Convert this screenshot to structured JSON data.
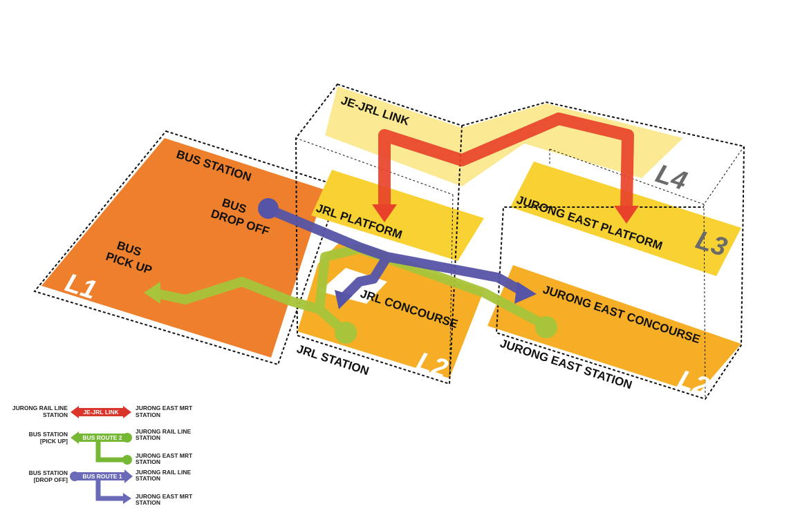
{
  "colors": {
    "bus_station": "#ee7f2d",
    "platform": "#f7d232",
    "je_link_floor": "#fbe994",
    "concourse": "#f6ae26",
    "link_route": "#e8432a",
    "bus_route_2": "#a7c43a",
    "bus_route_1": "#5654a6"
  },
  "diagram": {
    "bus_station": "BUS STATION",
    "bus_drop_off_1": "BUS",
    "bus_drop_off_2": "DROP OFF",
    "bus_pick_up_1": "BUS",
    "bus_pick_up_2": "PICK UP",
    "jrl_platform": "JRL PLATFORM",
    "jrl_concourse": "JRL CONCOURSE",
    "je_jrl_link": "JE-JRL LINK",
    "jurong_east_platform": "JURONG EAST PLATFORM",
    "jurong_east_concourse": "JURONG EAST CONCOURSE",
    "jrl_station": "JRL STATION",
    "jurong_east_station": "JURONG EAST STATION",
    "level_l1": "L1",
    "level_l2_jrl": "L2",
    "level_l2_je": "L2",
    "level_l3": "L3",
    "level_l4": "L4"
  },
  "legend": {
    "link": {
      "left_1": "JURONG RAIL LINE",
      "left_2": "STATION",
      "pill": "JE-JRL LINK",
      "right_1": "JURONG EAST MRT",
      "right_2": "STATION"
    },
    "route2": {
      "left_1": "BUS STATION",
      "left_2": "[PICK UP]",
      "pill": "BUS ROUTE 2",
      "right_a1": "JURONG RAIL LINE",
      "right_a2": "STATION",
      "right_b1": "JURONG EAST MRT",
      "right_b2": "STATION"
    },
    "route1": {
      "left_1": "BUS STATION",
      "left_2": "[DROP OFF]",
      "pill": "BUS ROUTE 1",
      "right_a1": "JURONG RAIL LINE",
      "right_a2": "STATION",
      "right_b1": "JURONG EAST MRT",
      "right_b2": "STATION"
    }
  }
}
